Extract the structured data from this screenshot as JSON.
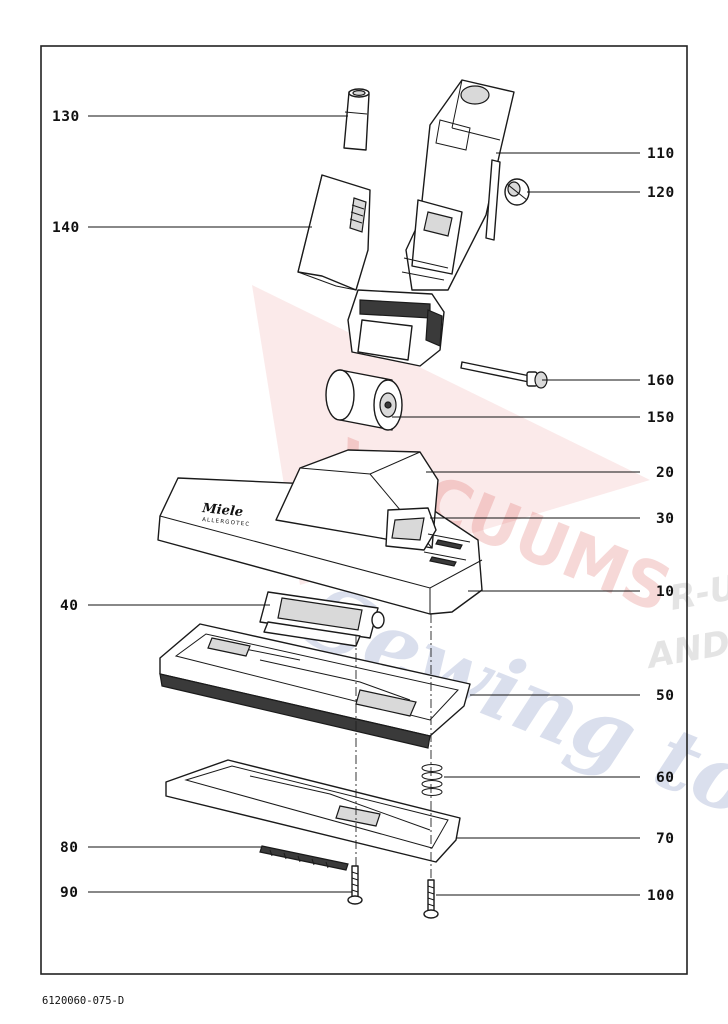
{
  "callouts": {
    "p130": "130",
    "p140": "140",
    "p110": "110",
    "p120": "120",
    "p160": "160",
    "p150": "150",
    "p20": "20",
    "p30": "30",
    "p10": "10",
    "p40": "40",
    "p50": "50",
    "p60": "60",
    "p70": "70",
    "p80": "80",
    "p90": "90",
    "p100": "100"
  },
  "brand": {
    "name": "Miele",
    "sub": "ALLERGOTEC"
  },
  "watermark": {
    "main": "VACUUMS",
    "script": "Sewing too",
    "side_top": "R-U",
    "side_bottom": "AND"
  },
  "reference": "6120060-075-D"
}
